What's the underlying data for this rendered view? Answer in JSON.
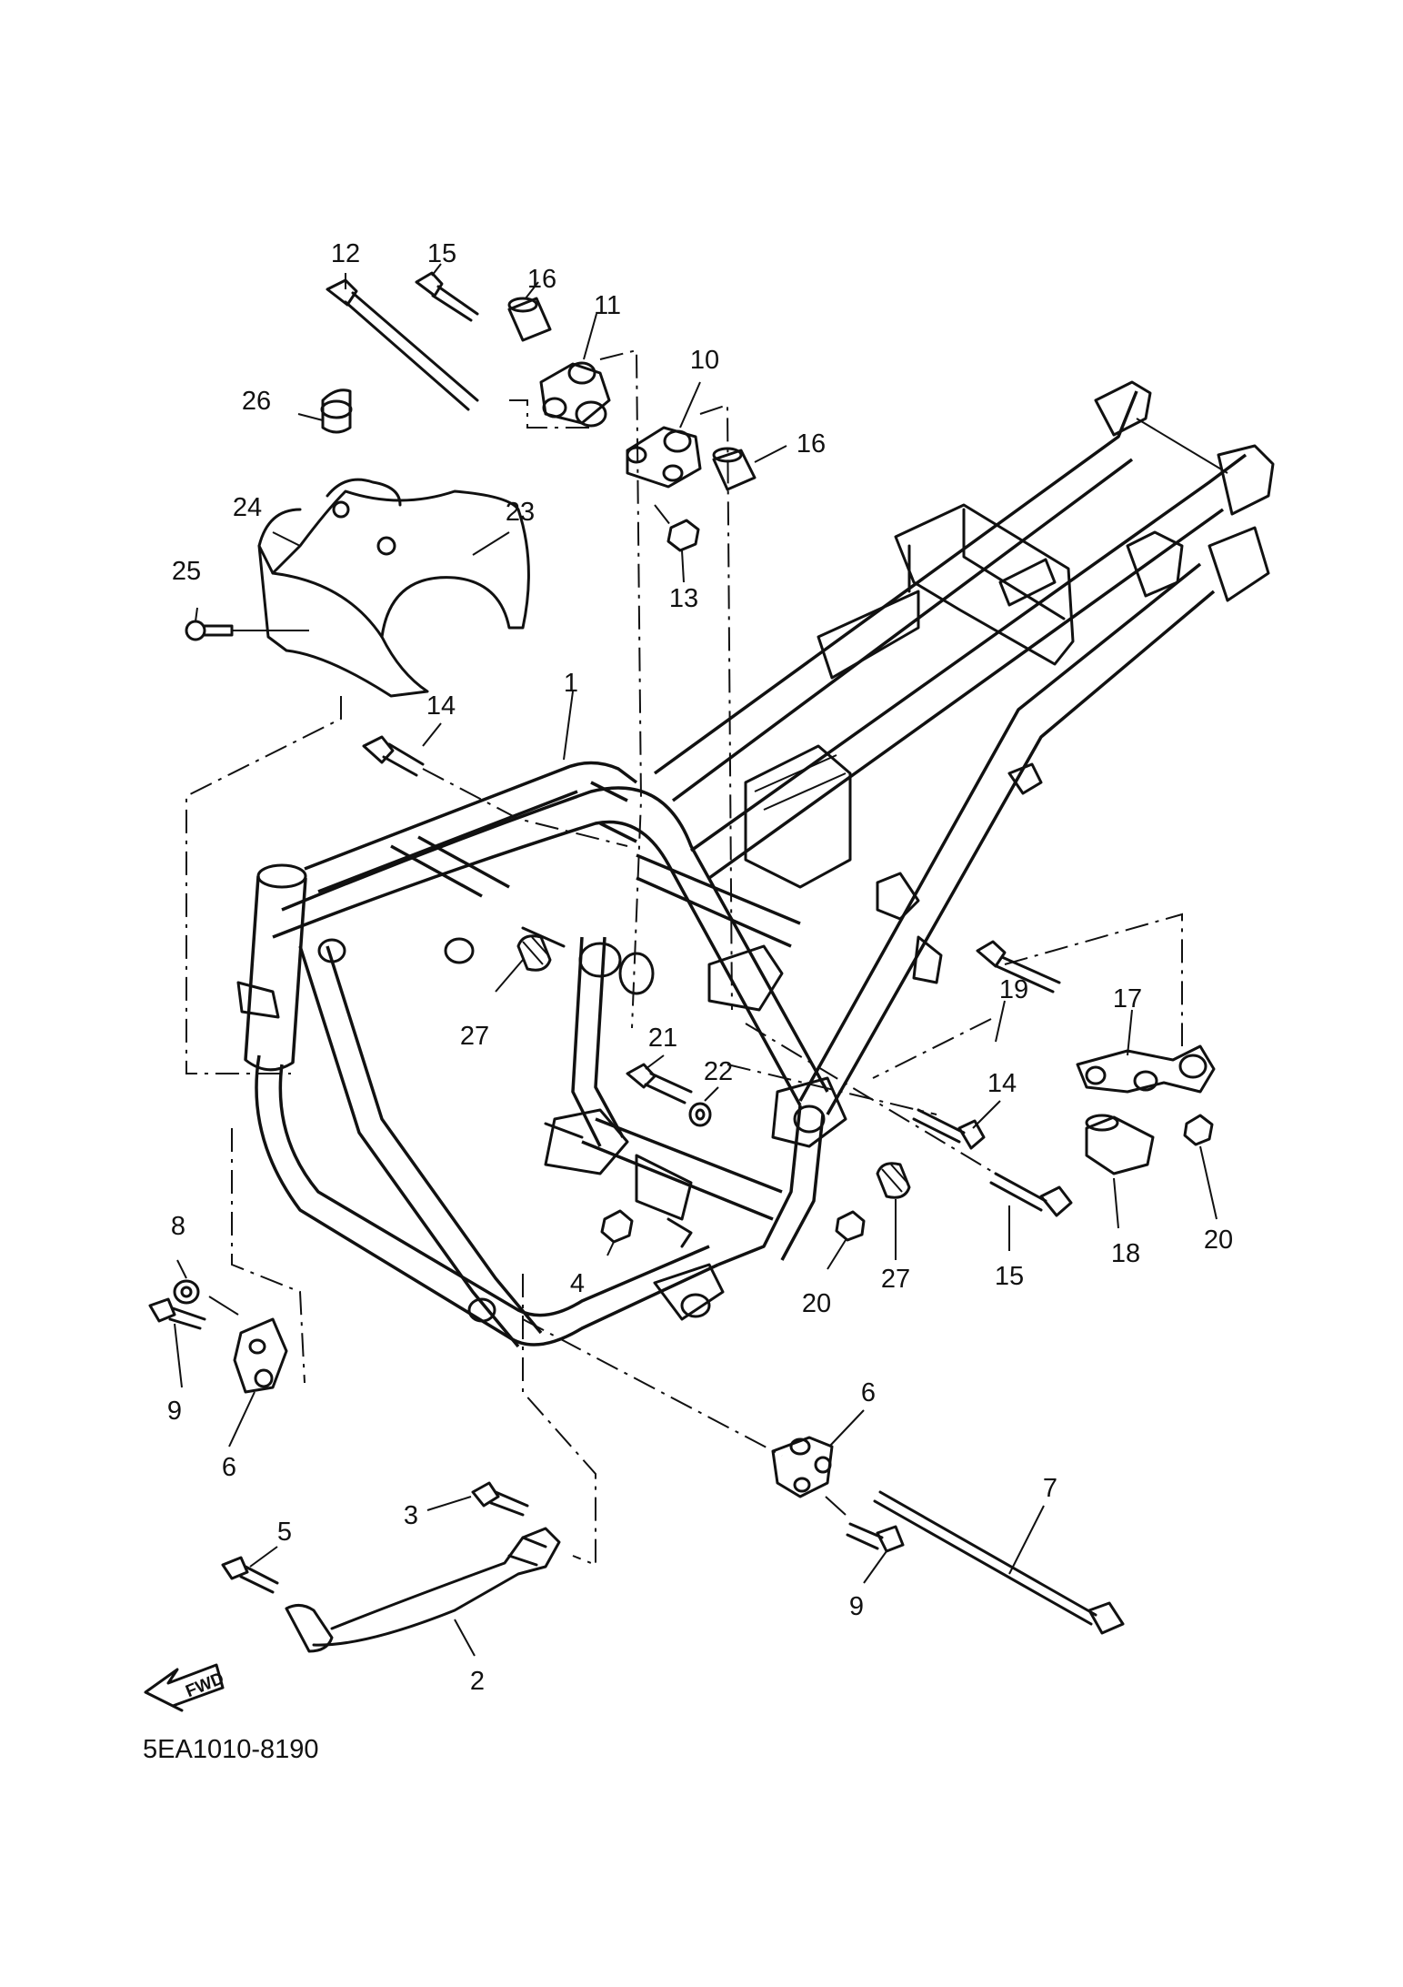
{
  "diagram_code": "5EA1010-8190",
  "fwd_label": "FWD",
  "callouts": {
    "c1": "1",
    "c2": "2",
    "c3": "3",
    "c4": "4",
    "c5": "5",
    "c6a": "6",
    "c6b": "6",
    "c7": "7",
    "c8": "8",
    "c9a": "9",
    "c9b": "9",
    "c10": "10",
    "c11": "11",
    "c12": "12",
    "c13": "13",
    "c14a": "14",
    "c14b": "14",
    "c15a": "15",
    "c15b": "15",
    "c16a": "16",
    "c16b": "16",
    "c17": "17",
    "c18": "18",
    "c19": "19",
    "c20a": "20",
    "c20b": "20",
    "c21": "21",
    "c22": "22",
    "c23": "23",
    "c24": "24",
    "c25": "25",
    "c26": "26",
    "c27a": "27",
    "c27b": "27"
  }
}
